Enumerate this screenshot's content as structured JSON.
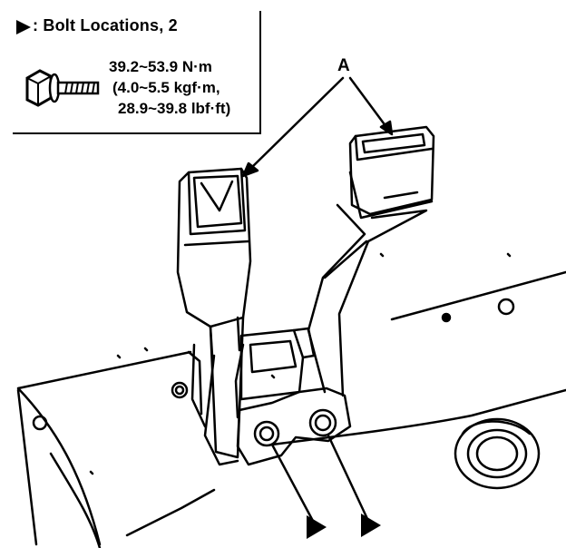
{
  "legend": {
    "title": ": Bolt Locations, 2",
    "torque_lines": [
      "39.2~53.9 N·m",
      "(4.0~5.5 kgf·m,",
      "28.9~39.8 lbf·ft)"
    ],
    "icon": "bolt-icon"
  },
  "callouts": {
    "a_label": "A"
  },
  "colors": {
    "ink": "#000000",
    "paper": "#ffffff"
  }
}
